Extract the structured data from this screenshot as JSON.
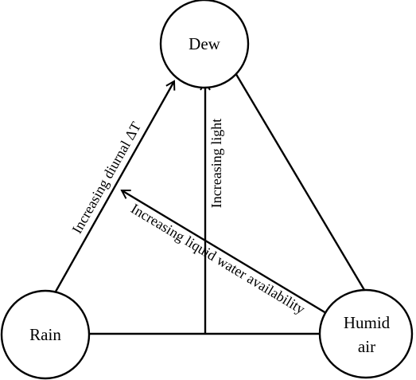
{
  "nodes": {
    "dew": {
      "label": "Dew"
    },
    "rain": {
      "label": "Rain"
    },
    "humid_air": {
      "line1": "Humid",
      "line2": "air"
    }
  },
  "arrows": {
    "diurnal": {
      "label": "Increasing diurnal ΔT"
    },
    "light": {
      "label": "Increasing light"
    },
    "liquid_water": {
      "label": "Increasing liquid water availability"
    }
  }
}
